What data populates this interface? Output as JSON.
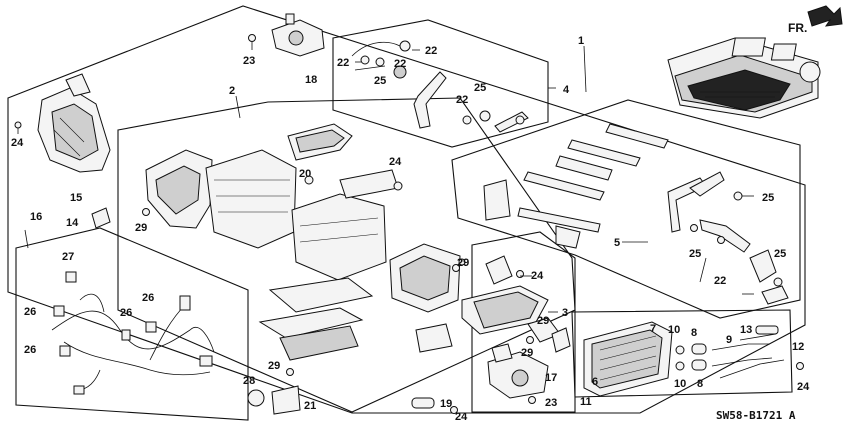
{
  "diagram": {
    "code": "SW58-B1721 A",
    "direction_label": "FR.",
    "callouts": {
      "c1": "1",
      "c2": "2",
      "c3": "3",
      "c4": "4",
      "c5": "5",
      "c6": "6",
      "c7": "7",
      "c8a": "8",
      "c8b": "8",
      "c9": "9",
      "c10a": "10",
      "c10b": "10",
      "c11": "11",
      "c12": "12",
      "c13": "13",
      "c14": "14",
      "c15": "15",
      "c16": "16",
      "c17": "17",
      "c18": "18",
      "c19": "19",
      "c20": "20",
      "c21": "21",
      "c22a": "22",
      "c22b": "22",
      "c22c": "22",
      "c22d": "22",
      "c22e": "22",
      "c23a": "23",
      "c23b": "23",
      "c24a": "24",
      "c24b": "24",
      "c24c": "24",
      "c24d": "24",
      "c24e": "24",
      "c25a": "25",
      "c25b": "25",
      "c25c": "25",
      "c25d": "25",
      "c25e": "25",
      "c26a": "26",
      "c26b": "26",
      "c26c": "26",
      "c26d": "26",
      "c27": "27",
      "c28": "28",
      "c29a": "29",
      "c29b": "29",
      "c29c": "29",
      "c29d": "29",
      "c29e": "29"
    }
  }
}
